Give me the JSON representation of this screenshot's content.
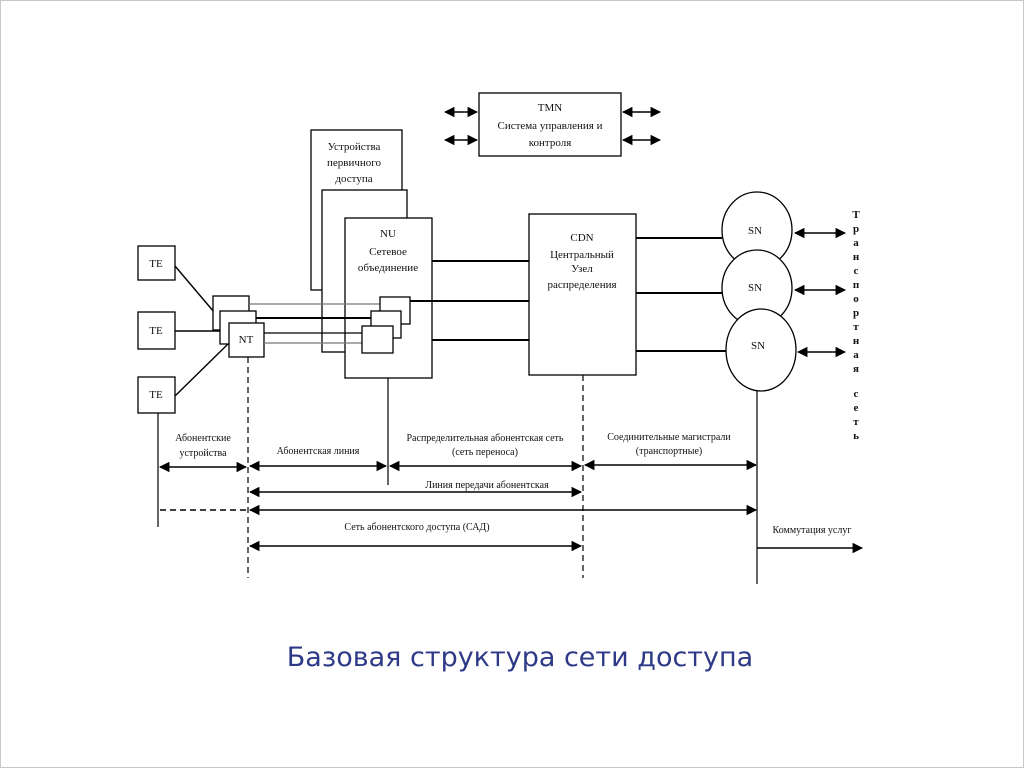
{
  "caption": "Базовая структура сети доступа",
  "tmn": {
    "line1": "TMN",
    "line2": "Система управления и",
    "line3": "контроля"
  },
  "primary_access": {
    "line1": "Устройства",
    "line2": "первичного",
    "line3": "доступа"
  },
  "nu": {
    "line1": "NU",
    "line2": "Сетевое",
    "line3": "объединение"
  },
  "cdn": {
    "line1": "CDN",
    "line2": "Центральный",
    "line3": "Узел",
    "line4": "распределения"
  },
  "te_labels": [
    "TE",
    "TE",
    "TE"
  ],
  "nt_label": "NT",
  "sn_labels": [
    "SN",
    "SN",
    "SN"
  ],
  "transport_net_vertical": "Транспортная сеть",
  "segments": {
    "subscriber_devices": {
      "line1": "Абонентские",
      "line2": "устройства"
    },
    "subscriber_line": "Абонентская линия",
    "distribution_net": {
      "line1": "Распределительная абонентская сеть",
      "line2": "(сеть переноса)"
    },
    "trunks": {
      "line1": "Соединительные магистрали",
      "line2": "(транспортные)"
    },
    "transmission_line": "Линия передачи абонентская",
    "access_net": "Сеть абонентского доступа (САД)",
    "service_switching": "Коммутация услуг"
  }
}
